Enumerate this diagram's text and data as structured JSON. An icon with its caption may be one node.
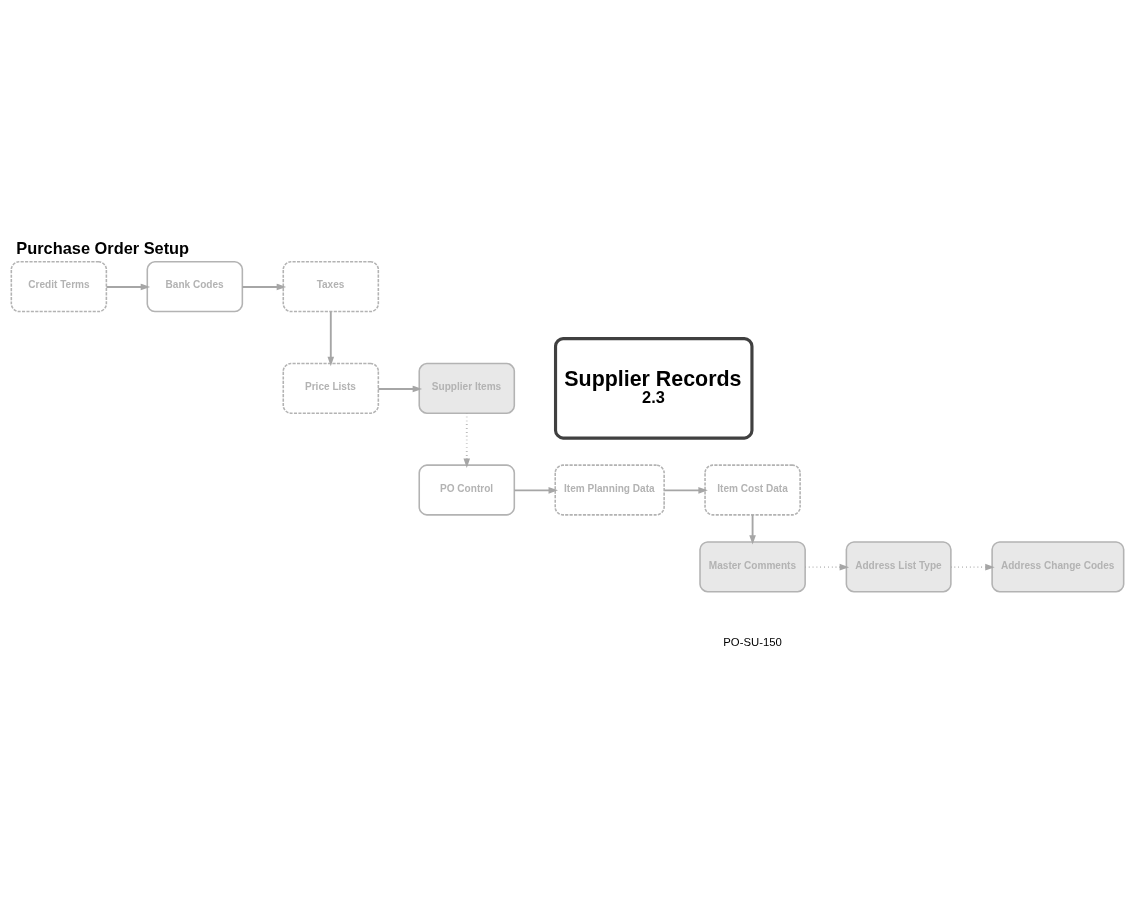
{
  "diagram": {
    "title": "Purchase Order Setup",
    "nodes": [
      {
        "text": [
          "Credit Terms"
        ]
      },
      {
        "text": [
          "Bank Codes"
        ]
      },
      {
        "text": [
          "Taxes"
        ]
      },
      {
        "text": [
          "Price Lists"
        ]
      },
      {
        "text": [
          "Supplier Records",
          "2.3"
        ]
      },
      {
        "text": [
          "Supplier Items"
        ]
      },
      {
        "text": [
          "PO Control"
        ]
      },
      {
        "text": [
          "Item Planning Data"
        ]
      },
      {
        "text": [
          "Item Cost Data"
        ]
      },
      {
        "text": [
          "Master Comments"
        ]
      },
      {
        "text": [
          "Address List Type"
        ]
      },
      {
        "text": [
          "Address Change Codes"
        ]
      }
    ],
    "edges": [
      {
        "from": 0,
        "to": 1,
        "arrow": "to"
      },
      {
        "from": 1,
        "to": 2,
        "arrow": "to"
      },
      {
        "from": 2,
        "to": 3,
        "arrow": "to"
      },
      {
        "from": 3,
        "to": 5,
        "arrow": "to"
      },
      {
        "from": 5,
        "to": 6,
        "arrow": "to",
        "style": "dashed"
      },
      {
        "from": 6,
        "to": 7,
        "arrow": "to"
      },
      {
        "from": 7,
        "to": 8,
        "arrow": "to"
      },
      {
        "from": 8,
        "to": 9,
        "arrow": "to"
      },
      {
        "from": 9,
        "to": 10,
        "arrow": "to",
        "style": "dashed"
      },
      {
        "from": 10,
        "to": 11,
        "arrow": "to",
        "style": "dashed"
      }
    ],
    "labels": [
      "PO-SU-150"
    ]
  }
}
